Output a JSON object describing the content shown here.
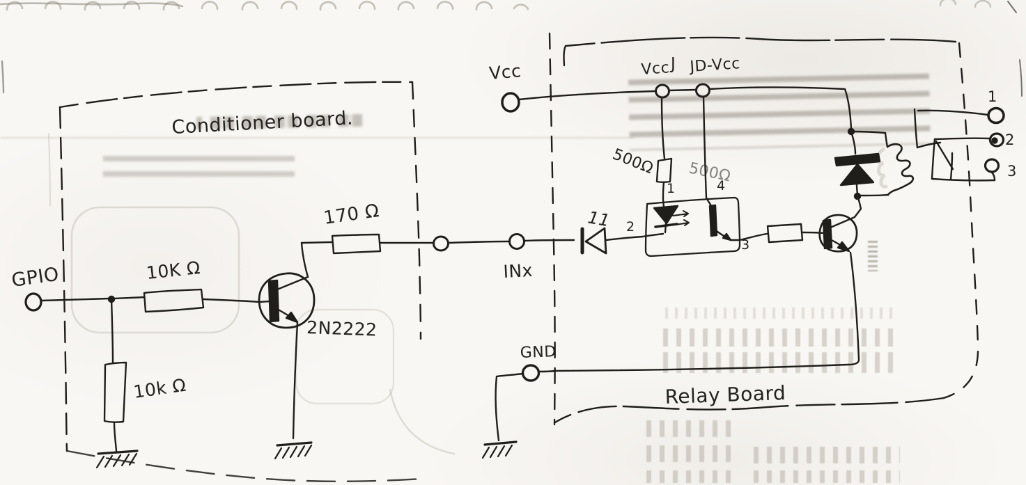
{
  "boards": {
    "conditioner": "Conditioner board.",
    "relay": "Relay Board"
  },
  "io": {
    "gpio": "GPIO",
    "vcc": "Vcc",
    "gnd": "GND",
    "inx": "INx"
  },
  "jumper": {
    "vcc": "Vcc",
    "j": "J",
    "jd_vcc": "JD-Vcc"
  },
  "parts": {
    "r_base": "10K Ω",
    "r_pull": "10k Ω",
    "r_series": "170 Ω",
    "r_led": "500Ω",
    "r_led_ghost": "500Ω",
    "q1": "2N2222",
    "diode_mark": "11"
  },
  "opto": {
    "pin1": "1",
    "pin2": "2",
    "pin3": "3",
    "pin4": "4"
  },
  "relay_terminals": {
    "t1": "1",
    "t2": "2",
    "t3": "3"
  },
  "colors": {
    "ink": "#201e1b",
    "paper": "#f8f6f3",
    "ghost": "#b3ac9f"
  }
}
